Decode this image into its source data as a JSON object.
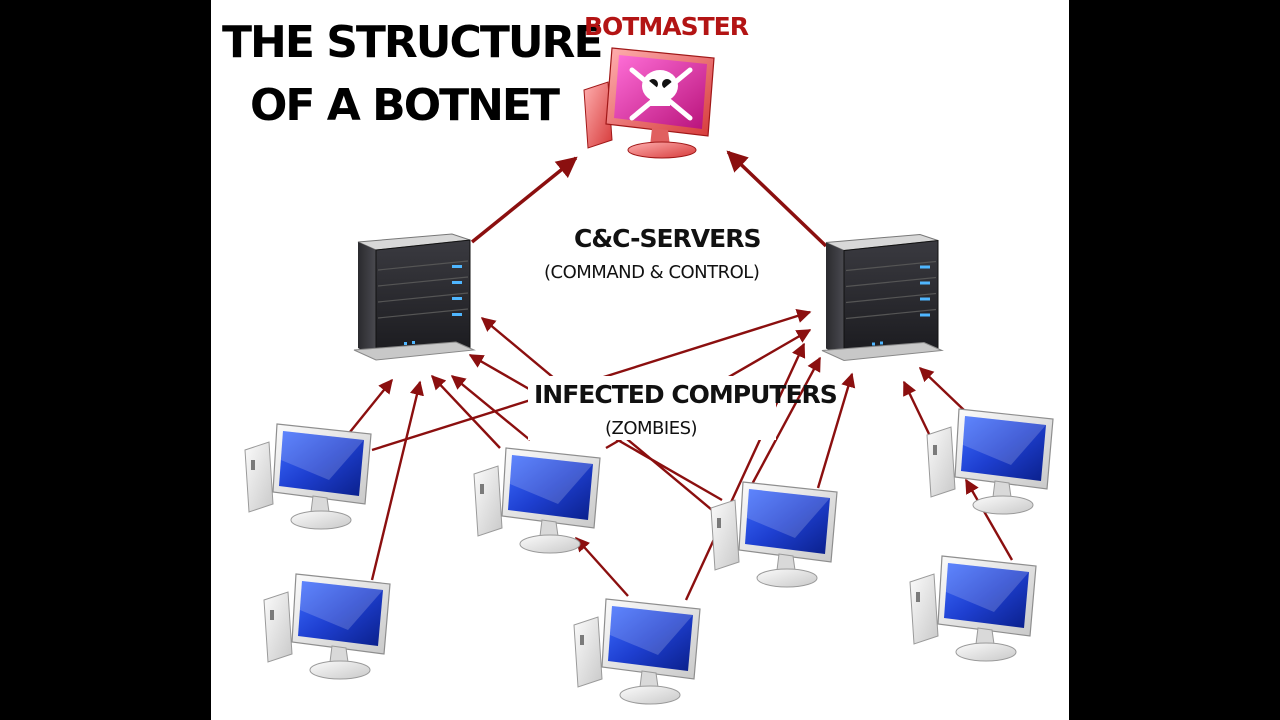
{
  "title": {
    "line1": "THE STRUCTURE",
    "line2": "OF A BOTNET"
  },
  "botmaster": {
    "label": "BOTMASTER"
  },
  "servers": {
    "label": "C&C-SERVERS",
    "sublabel": "(COMMAND & CONTROL)"
  },
  "zombies": {
    "label": "INFECTED COMPUTERS",
    "sublabel": "(ZOMBIES)"
  },
  "colors": {
    "arrow": "#8b0f0f",
    "botmaster_label": "#b31414",
    "screen": "#1e3fd0",
    "background": "#ffffff",
    "letterbox": "#000000"
  },
  "icons": {
    "botmaster": "skull-monitor-icon",
    "server": "server-tower-icon",
    "zombie": "desktop-computer-icon"
  }
}
